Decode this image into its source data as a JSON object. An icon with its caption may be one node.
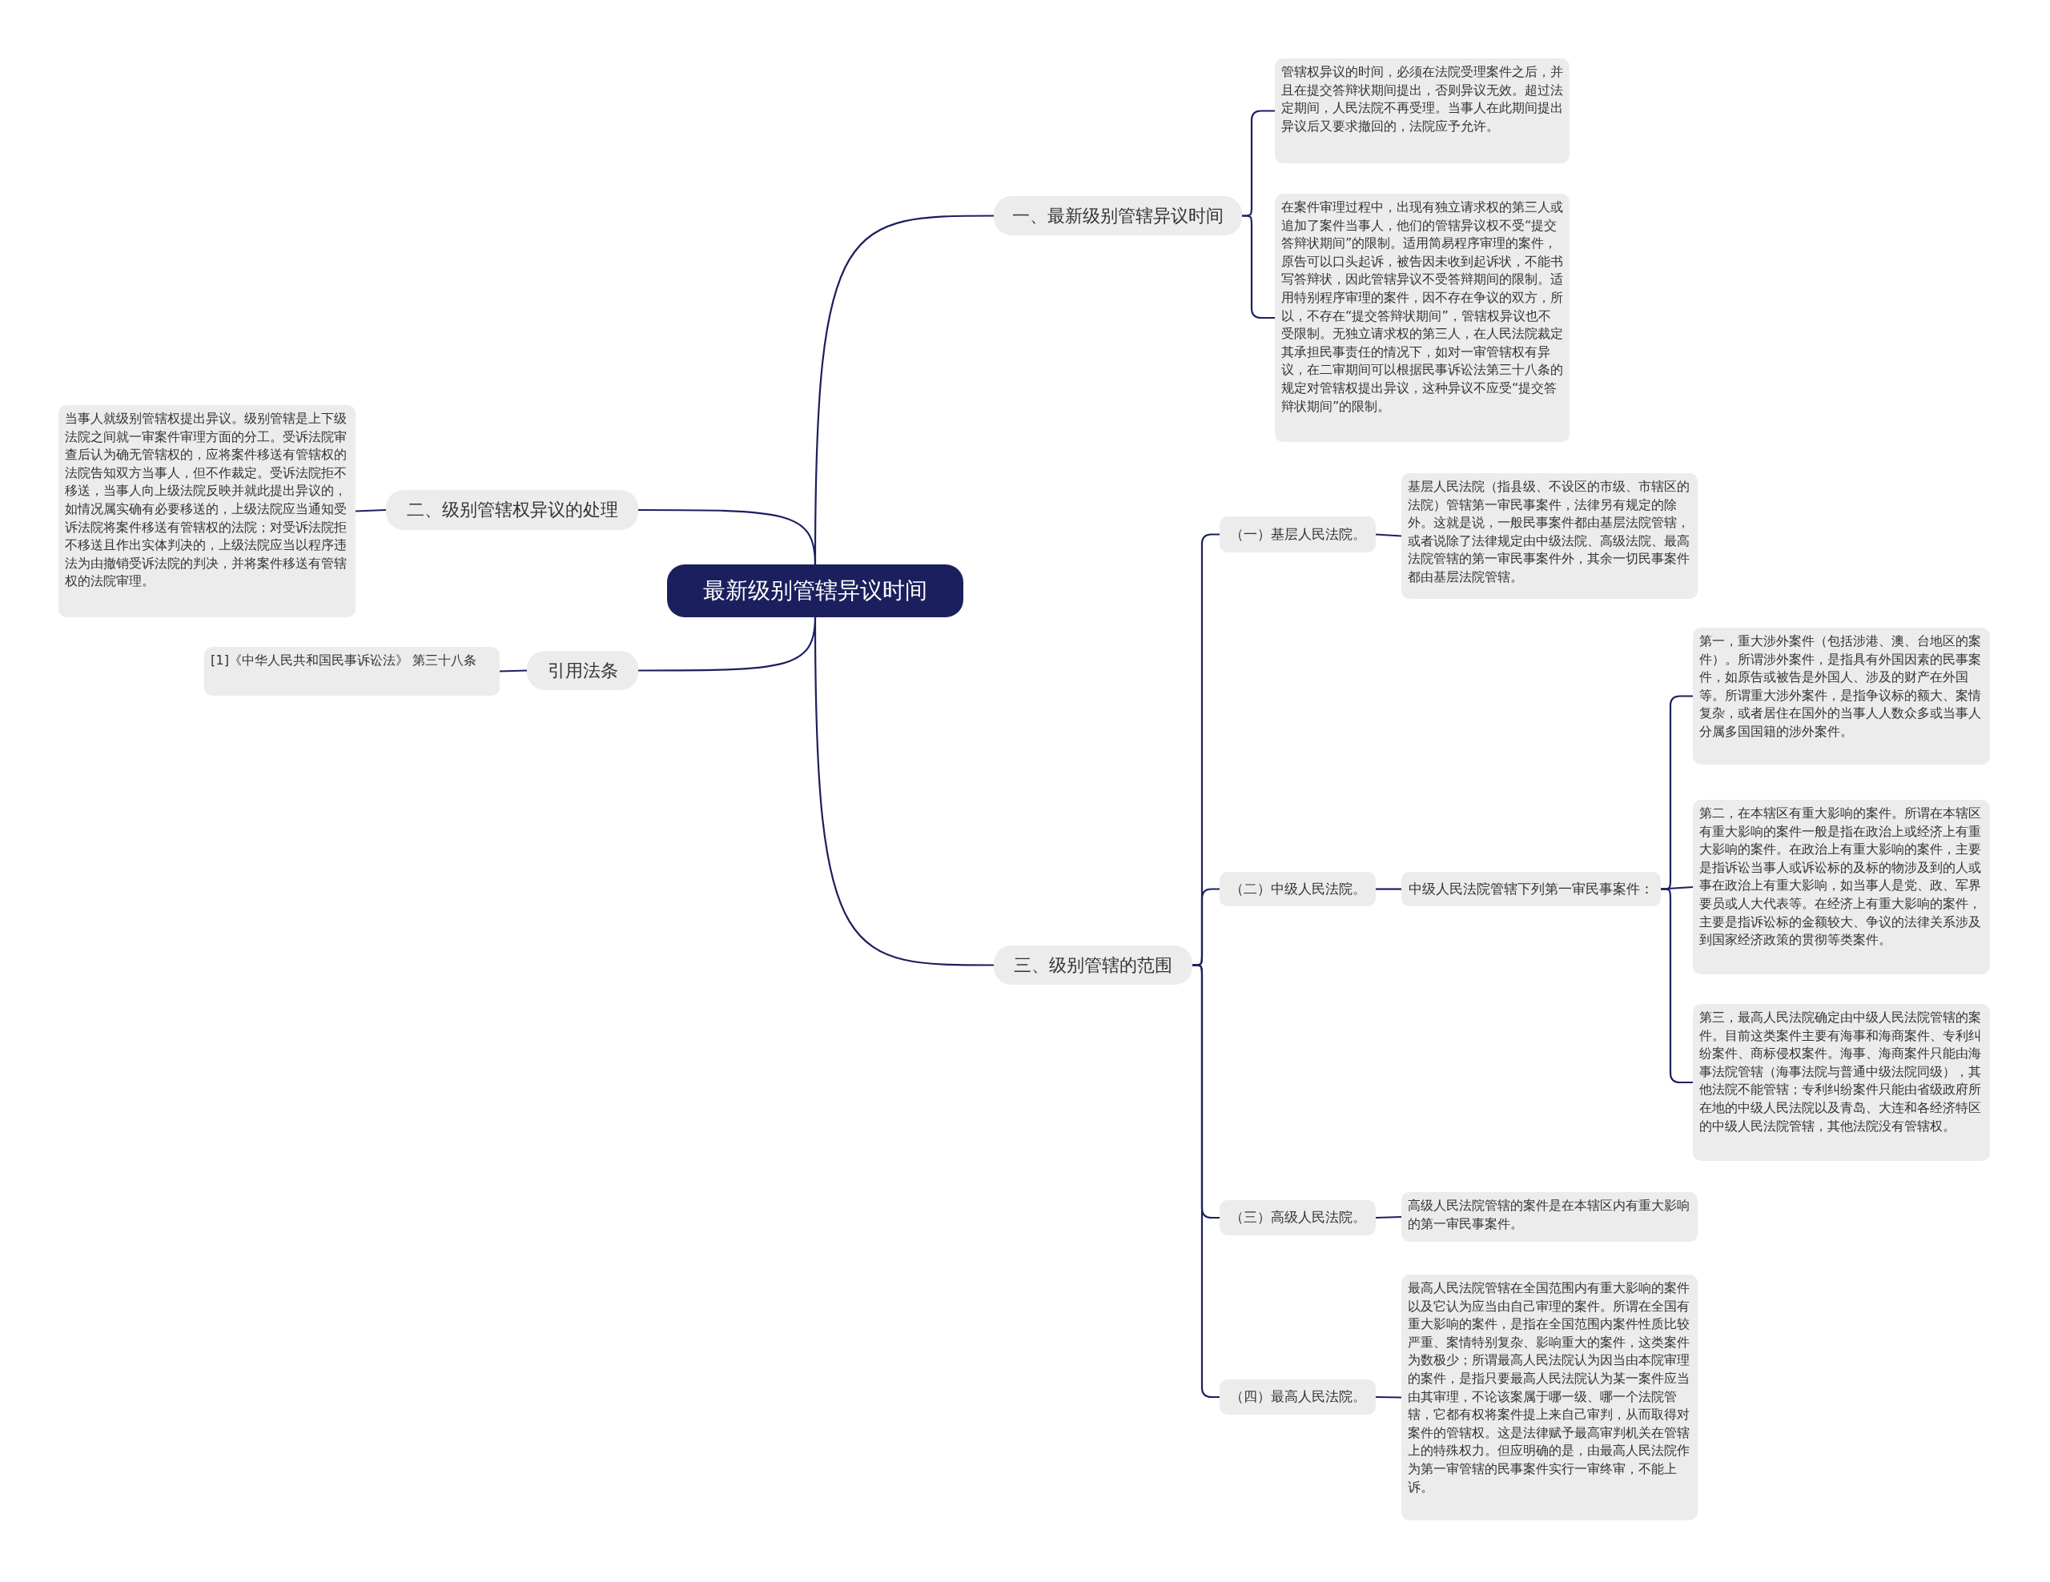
{
  "diagram": {
    "nodes": [
      {
        "text": [
          "最新级别管辖异议时间"
        ]
      },
      {
        "text": [
          "一、最新级别管辖异议时间"
        ]
      },
      {
        "text": [
          "管辖权异议的时间，必须在法院受理案件之后，并且在提交答辩状期间提出，否则异议无效。超过法定期间，人民法院不再受理。当事人在此期间提出异议后又要求撤回的，法院应予允许。"
        ]
      },
      {
        "text": [
          "在案件审理过程中，出现有独立请求权的第三人或追加了案件当事人，他们的管辖异议权不受“提交答辩状期间”的限制。适用简易程序审理的案件，原告可以口头起诉，被告因未收到起诉状，不能书写答辩状，因此管辖异议不受答辩期间的限制。适用特别程序审理的案件，因不存在争议的双方，所以，不存在“提交答辩状期间”，管辖权异议也不受限制。无独立请求权的第三人，在人民法院裁定其承担民事责任的情况下，如对一审管辖权有异议，在二审期间可以根据民事诉讼法第三十八条的规定对管辖权提出异议，这种异议不应受“提交答辩状期间”的限制。"
        ]
      },
      {
        "text": [
          "二、级别管辖权异议的处理"
        ]
      },
      {
        "text": [
          "当事人就级别管辖权提出异议。级别管辖是上下级法院之间就一审案件审理方面的分工。受诉法院审查后认为确无管辖权的，应将案件移送有管辖权的法院告知双方当事人，但不作裁定。受诉法院拒不移送，当事人向上级法院反映并就此提出异议的，如情况属实确有必要移送的，上级法院应当通知受诉法院将案件移送有管辖权的法院；对受诉法院拒不移送且作出实体判决的，上级法院应当以程序违法为由撤销受诉法院的判决，并将案件移送有管辖权的法院审理。"
        ]
      },
      {
        "text": [
          "引用法条"
        ]
      },
      {
        "text": [
          "[1]《中华人民共和国民事诉讼法》 第三十八条"
        ]
      },
      {
        "text": [
          "三、级别管辖的范围"
        ]
      },
      {
        "text": [
          "（一）基层人民法院。"
        ]
      },
      {
        "text": [
          "基层人民法院（指县级、不设区的市级、市辖区的法院）管辖第一审民事案件，法律另有规定的除外。这就是说，一般民事案件都由基层法院管辖，或者说除了法律规定由中级法院、高级法院、最高法院管辖的第一审民事案件外，其余一切民事案件都由基层法院管辖。"
        ]
      },
      {
        "text": [
          "（二）中级人民法院。"
        ]
      },
      {
        "text": [
          "中级人民法院管辖下列第一审民事案件："
        ]
      },
      {
        "text": [
          "第一，重大涉外案件（包括涉港、澳、台地区的案件）。所谓涉外案件，是指具有外国因素的民事案件，如原告或被告是外国人、涉及的财产在外国等。所谓重大涉外案件，是指争议标的额大、案情复杂，或者居住在国外的当事人人数众多或当事人分属多国国籍的涉外案件。"
        ]
      },
      {
        "text": [
          "第二，在本辖区有重大影响的案件。所谓在本辖区有重大影响的案件一般是指在政治上或经济上有重大影响的案件。在政治上有重大影响的案件，主要是指诉讼当事人或诉讼标的及标的物涉及到的人或事在政治上有重大影响，如当事人是党、政、军界要员或人大代表等。在经济上有重大影响的案件，主要是指诉讼标的金额较大、争议的法律关系涉及到国家经济政策的贯彻等类案件。"
        ]
      },
      {
        "text": [
          "第三，最高人民法院确定由中级人民法院管辖的案件。目前这类案件主要有海事和海商案件、专利纠纷案件、商标侵权案件。海事、海商案件只能由海事法院管辖（海事法院与普通中级法院同级），其他法院不能管辖；专利纠纷案件只能由省级政府所在地的中级人民法院以及青岛、大连和各经济特区的中级人民法院管辖，其他法院没有管辖权。"
        ]
      },
      {
        "text": [
          "（三）高级人民法院。"
        ]
      },
      {
        "text": [
          "高级人民法院管辖的案件是在本辖区内有重大影响的第一审民事案件。"
        ]
      },
      {
        "text": [
          "（四）最高人民法院。"
        ]
      },
      {
        "text": [
          "最高人民法院管辖在全国范围内有重大影响的案件以及它认为应当由自己审理的案件。所谓在全国有重大影响的案件，是指在全国范围内案件性质比较严重、案情特别复杂、影响重大的案件，这类案件为数极少；所谓最高人民法院认为因当由本院审理的案件，是指只要最高人民法院认为某一案件应当由其审理，不论该案属于哪一级、哪一个法院管辖，它都有权将案件提上来自己审判，从而取得对案件的管辖权。这是法律赋予最高审判机关在管辖上的特殊权力。但应明确的是，由最高人民法院作为第一审管辖的民事案件实行一审终审，不能上诉。"
        ]
      }
    ],
    "edges": [
      {
        "from": 0,
        "to": 1,
        "arrow": "none"
      },
      {
        "from": 1,
        "to": 2,
        "arrow": "none"
      },
      {
        "from": 1,
        "to": 3,
        "arrow": "none"
      },
      {
        "from": 0,
        "to": 4,
        "arrow": "none"
      },
      {
        "from": 4,
        "to": 5,
        "arrow": "none"
      },
      {
        "from": 0,
        "to": 6,
        "arrow": "none"
      },
      {
        "from": 6,
        "to": 7,
        "arrow": "none"
      },
      {
        "from": 0,
        "to": 8,
        "arrow": "none"
      },
      {
        "from": 8,
        "to": 9,
        "arrow": "none"
      },
      {
        "from": 9,
        "to": 10,
        "arrow": "none"
      },
      {
        "from": 8,
        "to": 11,
        "arrow": "none"
      },
      {
        "from": 11,
        "to": 12,
        "arrow": "none"
      },
      {
        "from": 12,
        "to": 13,
        "arrow": "none"
      },
      {
        "from": 12,
        "to": 14,
        "arrow": "none"
      },
      {
        "from": 12,
        "to": 15,
        "arrow": "none"
      },
      {
        "from": 8,
        "to": 16,
        "arrow": "none"
      },
      {
        "from": 16,
        "to": 17,
        "arrow": "none"
      },
      {
        "from": 8,
        "to": 18,
        "arrow": "none"
      },
      {
        "from": 18,
        "to": 19,
        "arrow": "none"
      }
    ]
  }
}
